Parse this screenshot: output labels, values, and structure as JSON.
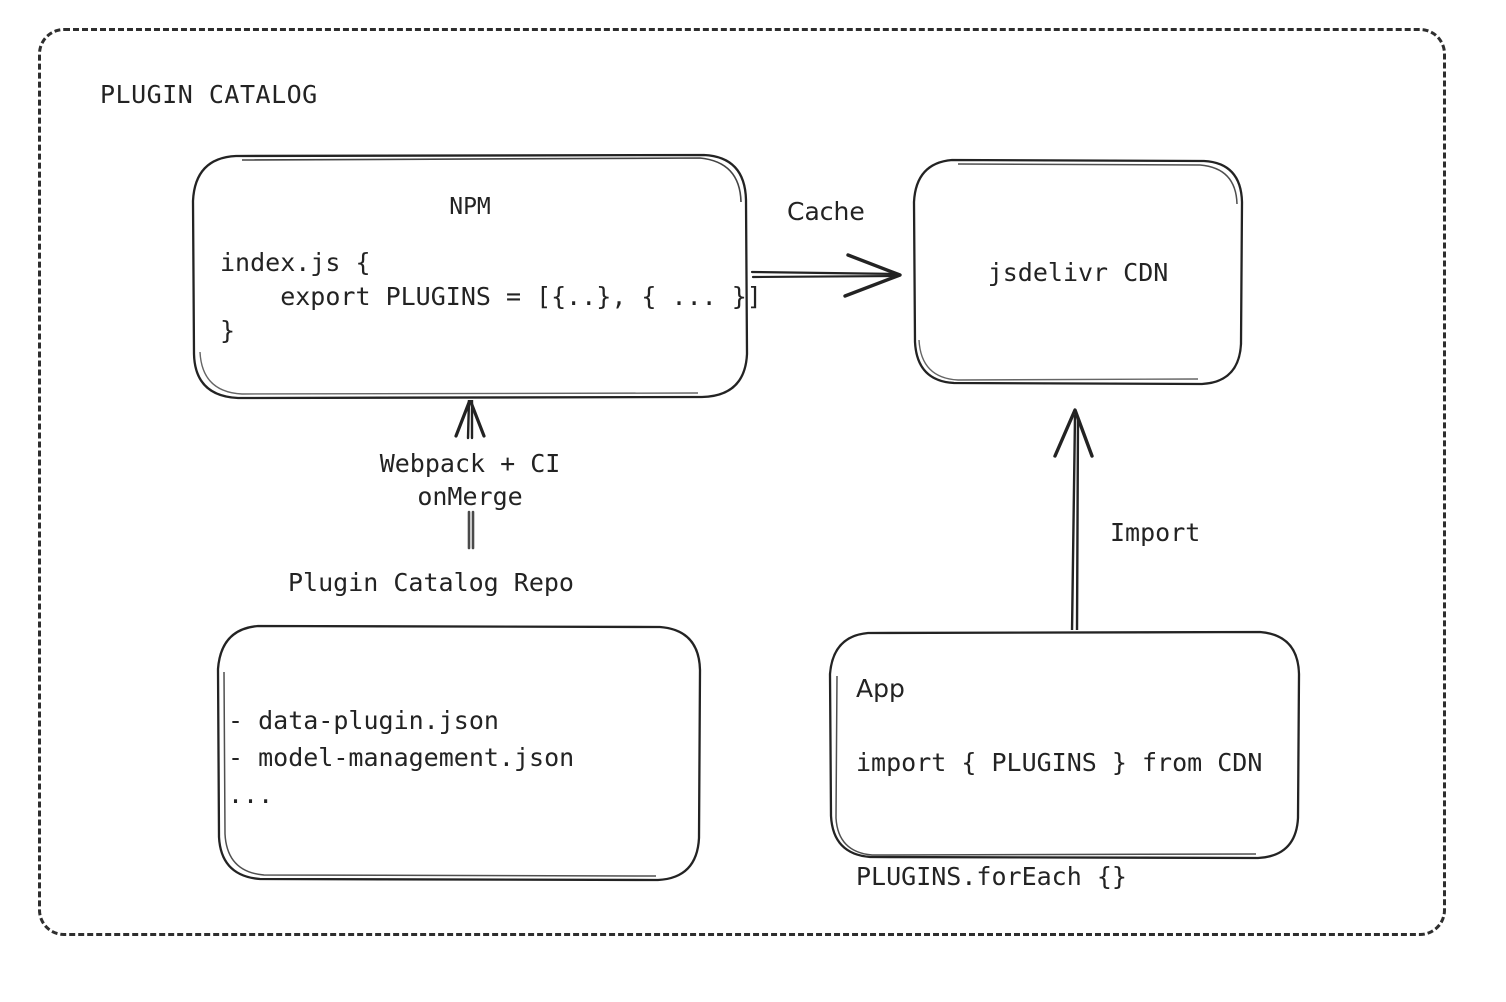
{
  "frame": {
    "title": "PLUGIN CATALOG",
    "border_style": "dashed",
    "border_color": "#2e2e2e"
  },
  "nodes": {
    "npm": {
      "title": "NPM",
      "code": "index.js {\n    export PLUGINS = [{..}, { ... }]\n}"
    },
    "cdn": {
      "title": "jsdelivr CDN"
    },
    "repo": {
      "caption": "Plugin Catalog Repo",
      "items": "- data-plugin.json\n- model-management.json\n..."
    },
    "app": {
      "title": "App",
      "code": "import { PLUGINS } from CDN\n\nPLUGINS.forEach {}"
    }
  },
  "edges": {
    "cache": {
      "label": "Cache",
      "from": "npm",
      "to": "cdn",
      "direction": "right"
    },
    "import": {
      "label": "Import",
      "from": "app",
      "to": "cdn",
      "direction": "up"
    },
    "build": {
      "label": "Webpack + CI\nonMerge",
      "from": "repo",
      "to": "npm",
      "direction": "up"
    }
  },
  "colors": {
    "ink": "#232323",
    "background": "#ffffff",
    "stroke": "#2e2e2e"
  }
}
